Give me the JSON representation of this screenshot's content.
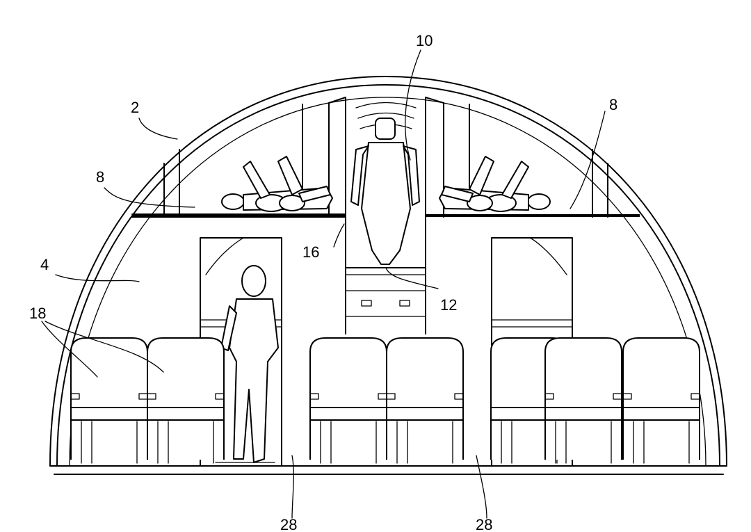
{
  "figure": {
    "reference_numerals": {
      "fuselage": "2",
      "main_deck": "4",
      "upper_bunk_floor_left": "8",
      "upper_bunk_floor_right": "8",
      "upper_compartment": "10",
      "compartment_floor": "12",
      "step": "16",
      "seats": "18",
      "aisle_left": "28",
      "aisle_right": "28"
    }
  }
}
